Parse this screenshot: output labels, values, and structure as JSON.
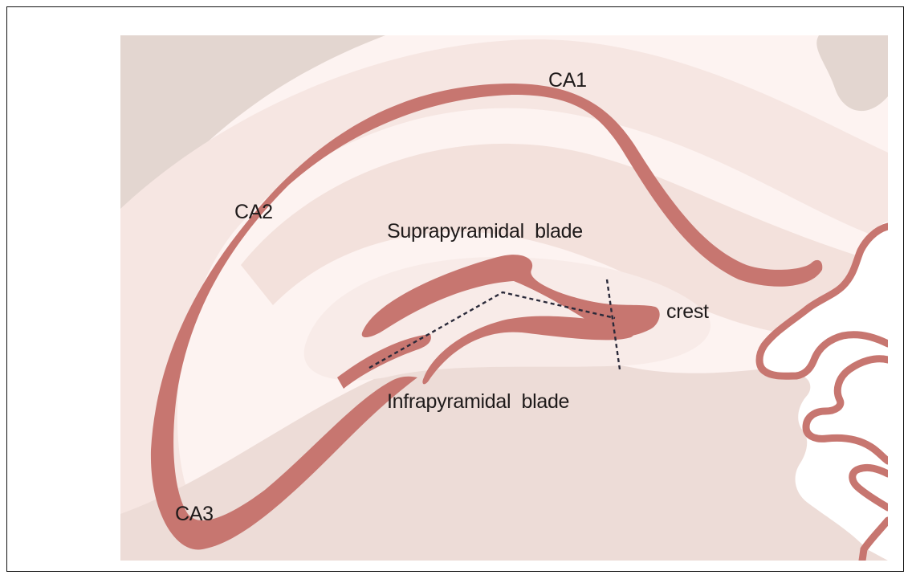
{
  "diagram": {
    "labels": {
      "ca1": "CA1",
      "ca2": "CA2",
      "ca3": "CA3",
      "suprapyramidal": "Suprapyramidal  blade",
      "infrapyramidal": "Infrapyramidal  blade",
      "crest": "crest"
    },
    "colors": {
      "cell_layer": "#c77670",
      "background_light": "#fdf3f1",
      "tissue_band": "#f6e6e2",
      "tissue_mid": "#eddcd7",
      "tissue_dark": "#e3d6d0",
      "label_text": "#1e1a1a",
      "dashed_line": "#2a2a3a"
    }
  }
}
